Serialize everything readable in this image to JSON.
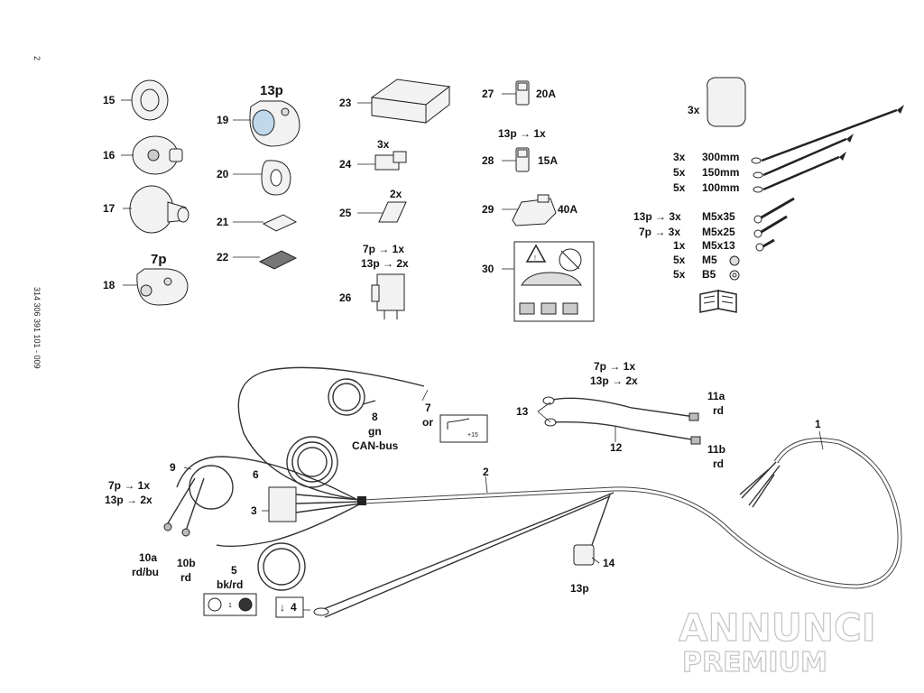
{
  "page_number": "2",
  "doc_code": "314 306 391 101 - 009",
  "watermark": {
    "line1": "ANNUNCI",
    "line2": "PREMIUM"
  },
  "parts": {
    "p15": "15",
    "p16": "16",
    "p17": "17",
    "p18": "18",
    "p18_pins": "7p",
    "p19": "19",
    "p19_pins": "13p",
    "p20": "20",
    "p21": "21",
    "p22": "22",
    "p23": "23",
    "p24": "24",
    "p24_qty": "3x",
    "p25": "25",
    "p25_qty": "2x",
    "p26": "26",
    "p26_qty_7p": "7p → 1x",
    "p26_qty_13p": "13p → 2x",
    "p27": "27",
    "p27_rating": "20A",
    "p28": "28",
    "p28_qty": "13p → 1x",
    "p28_rating": "15A",
    "p29": "29",
    "p29_rating": "40A",
    "p30": "30",
    "pad_qty": "3x"
  },
  "kit_rows": [
    {
      "qty": "3x",
      "desc": "300mm"
    },
    {
      "qty": "5x",
      "desc": "150mm"
    },
    {
      "qty": "5x",
      "desc": "100mm"
    },
    {
      "qty": "13p → 3x",
      "desc": "M5x35"
    },
    {
      "qty": "7p → 3x",
      "desc": "M5x25"
    },
    {
      "qty": "1x",
      "desc": "M5x13"
    },
    {
      "qty": "5x",
      "desc": "M5"
    },
    {
      "qty": "5x",
      "desc": "B5"
    }
  ],
  "harness": {
    "n1": "1",
    "n2": "2",
    "n3": "3",
    "n4": "4",
    "n5": "5",
    "n5_color": "bk/rd",
    "n6": "6",
    "n7": "7",
    "n7_color": "or",
    "n7_plus": "+15",
    "n8": "8",
    "n8_color": "gn",
    "n8_bus": "CAN-bus",
    "n9": "9",
    "n9_qty_7p": "7p → 1x",
    "n9_qty_13p": "13p → 2x",
    "n10a": "10a",
    "n10a_color": "rd/bu",
    "n10b": "10b",
    "n10b_color": "rd",
    "n11a": "11a",
    "n11a_color": "rd",
    "n11b": "11b",
    "n11b_color": "rd",
    "n12": "12",
    "n12_qty_7p": "7p → 1x",
    "n12_qty_13p": "13p → 2x",
    "n13": "13",
    "n14": "14",
    "n14_pins": "13p",
    "n5_box_mid": "1"
  }
}
